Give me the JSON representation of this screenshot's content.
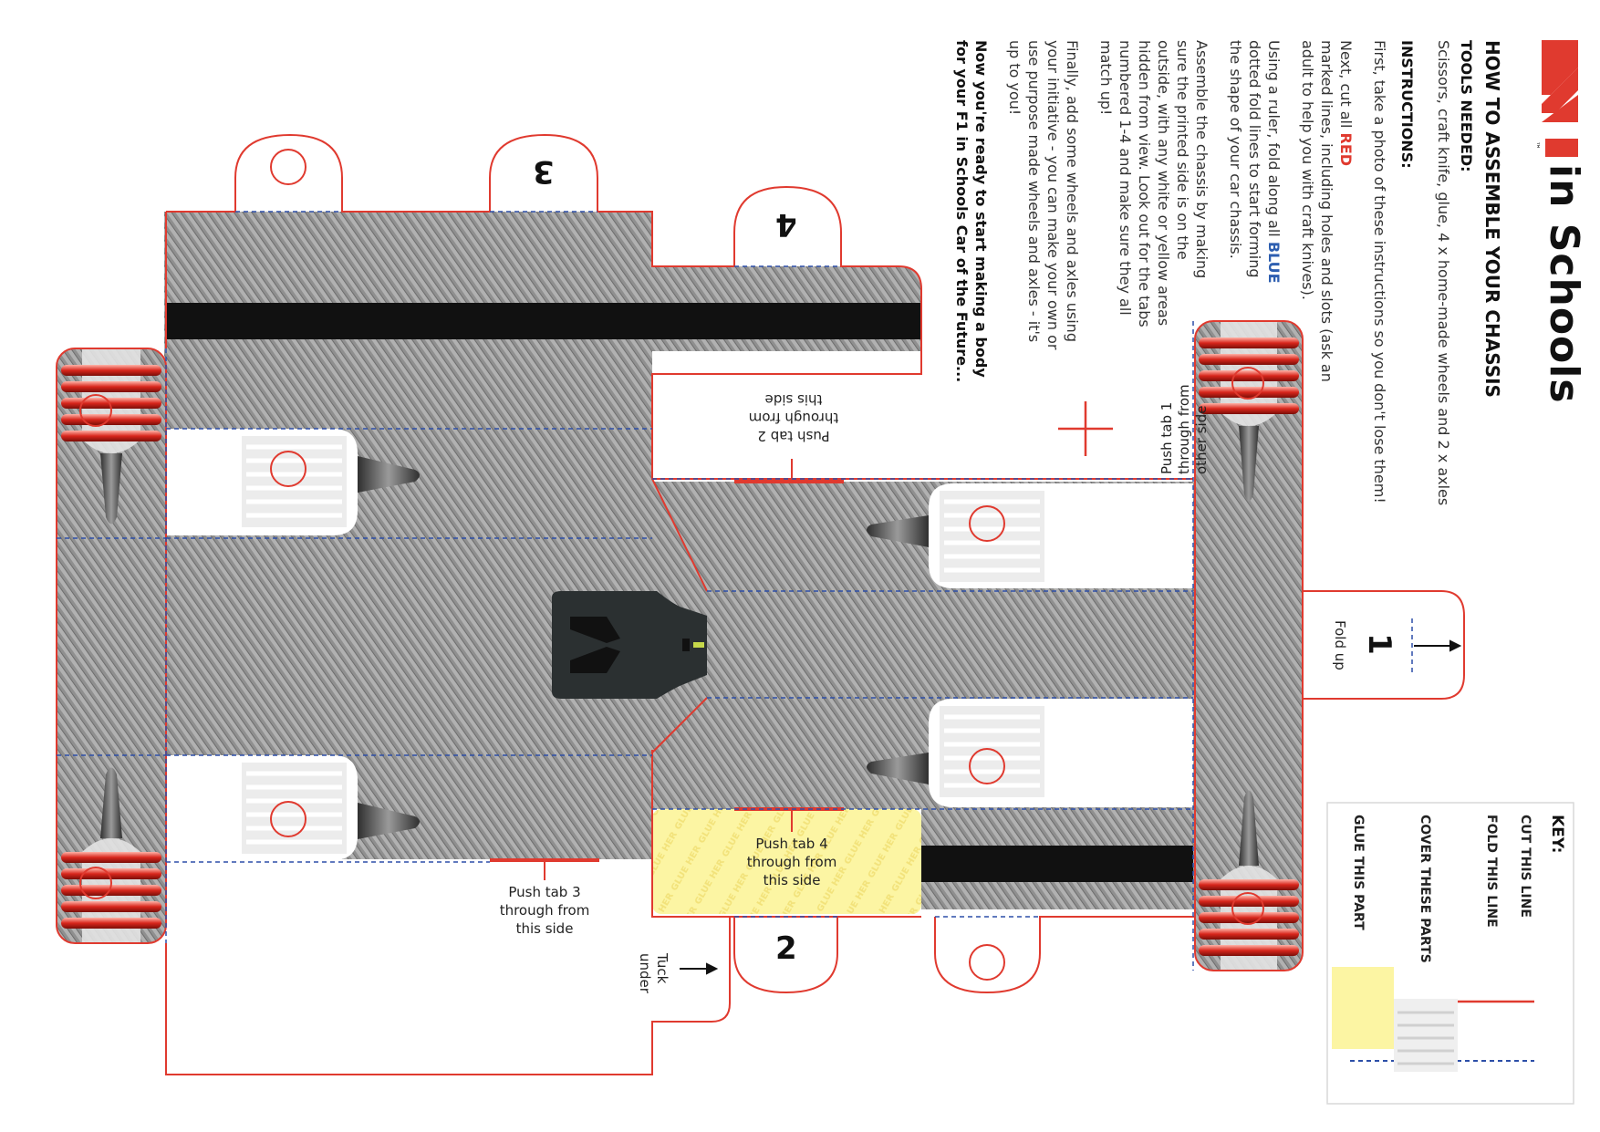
{
  "brand": {
    "logo_text": "in Schools",
    "tm": "™"
  },
  "heading": "HOW TO ASSEMBLE YOUR CHASSIS",
  "tools": {
    "label": "TOOLS NEEDED:",
    "text": "Scissors, craft knife, glue, 4 x home-made wheels and 2 x axles"
  },
  "instructions": {
    "label": "INSTRUCTIONS:",
    "steps": [
      [
        "First, take a photo of these instructions so you don't lose them!"
      ],
      [
        "Next, cut all ",
        "RED",
        " marked lines, including holes and slots (ask an",
        "adult to help you with craft knives)."
      ],
      [
        "Using a ruler, fold along all ",
        "BLUE",
        "dotted fold lines to start forming",
        "the shape of your car chassis."
      ],
      [
        "Assemble the chassis by making",
        "sure the printed side is on the",
        "outside, with any white or yellow areas",
        "hidden from view. Look out for the tabs",
        "numbered 1-4 and make sure they all",
        "match up!"
      ],
      [
        "Finally, add some wheels and axles using",
        "your initiative - you can make your own or",
        "use purpose made wheels and axles - it's",
        "up to you!"
      ]
    ],
    "closing": [
      "Now you're ready to start making a body",
      "for your F1 in Schools Car of the Future..."
    ]
  },
  "key": {
    "title": "KEY:",
    "items": [
      "CUT THIS LINE",
      "FOLD THIS LINE",
      "COVER THESE PARTS",
      "GLUE THIS PART"
    ]
  },
  "labels": {
    "push_tab_1": [
      "Push tab 1",
      "through from",
      "other side"
    ],
    "push_tab_2": [
      "Push tab 2",
      "through from",
      "this side"
    ],
    "push_tab_3": [
      "Push tab 3",
      "through from",
      "this side"
    ],
    "push_tab_4": [
      "Push tab 4",
      "through from",
      "this side"
    ],
    "fold_up": "Fold up",
    "tuck_under": [
      "Tuck",
      "under"
    ]
  },
  "tabs": [
    "1",
    "2",
    "3",
    "4"
  ],
  "colors": {
    "cut": "#e03a2f",
    "fold": "#2d4fa8",
    "carbon_dark": "#6f6f6f",
    "carbon_light": "#a8a8a8",
    "glue": "#fbf4a0",
    "spring": "#d8261c"
  }
}
